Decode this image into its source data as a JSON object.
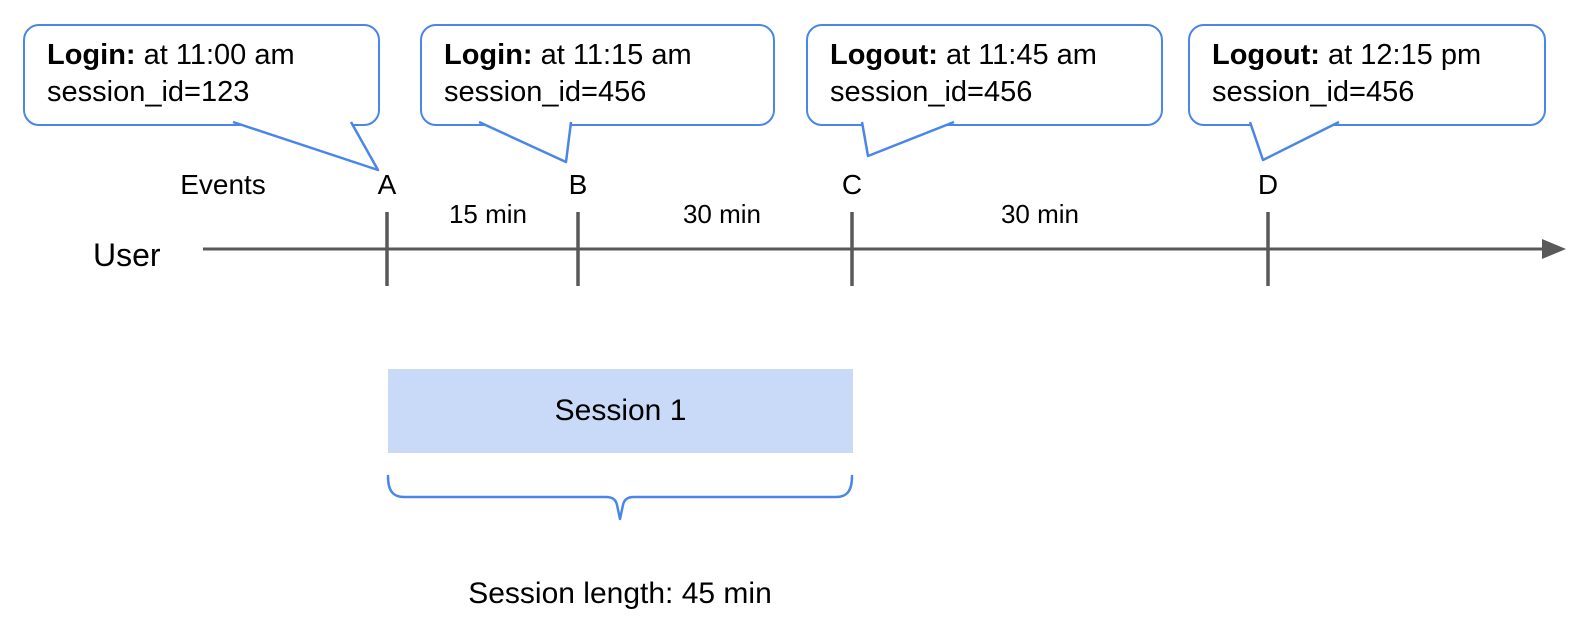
{
  "diagram": {
    "callouts": [
      {
        "event": "Login:",
        "time": " at 11:00 am",
        "session": "session_id=123"
      },
      {
        "event": "Login:",
        "time": " at 11:15 am",
        "session": "session_id=456"
      },
      {
        "event": "Logout:",
        "time": " at 11:45 am",
        "session": "session_id=456"
      },
      {
        "event": "Logout:",
        "time": " at 12:15 pm",
        "session": "session_id=456"
      }
    ],
    "timeline": {
      "events_label": "Events",
      "user_label": "User",
      "marks": [
        "A",
        "B",
        "C",
        "D"
      ],
      "intervals": [
        "15 min",
        "30 min",
        "30 min"
      ]
    },
    "session_box": {
      "label": "Session 1"
    },
    "session_length_label": "Session length: 45 min",
    "colors": {
      "accent_blue": "#4a86e8",
      "session_fill": "#c9daf8",
      "line_gray": "#595959",
      "text": "#000000"
    }
  }
}
